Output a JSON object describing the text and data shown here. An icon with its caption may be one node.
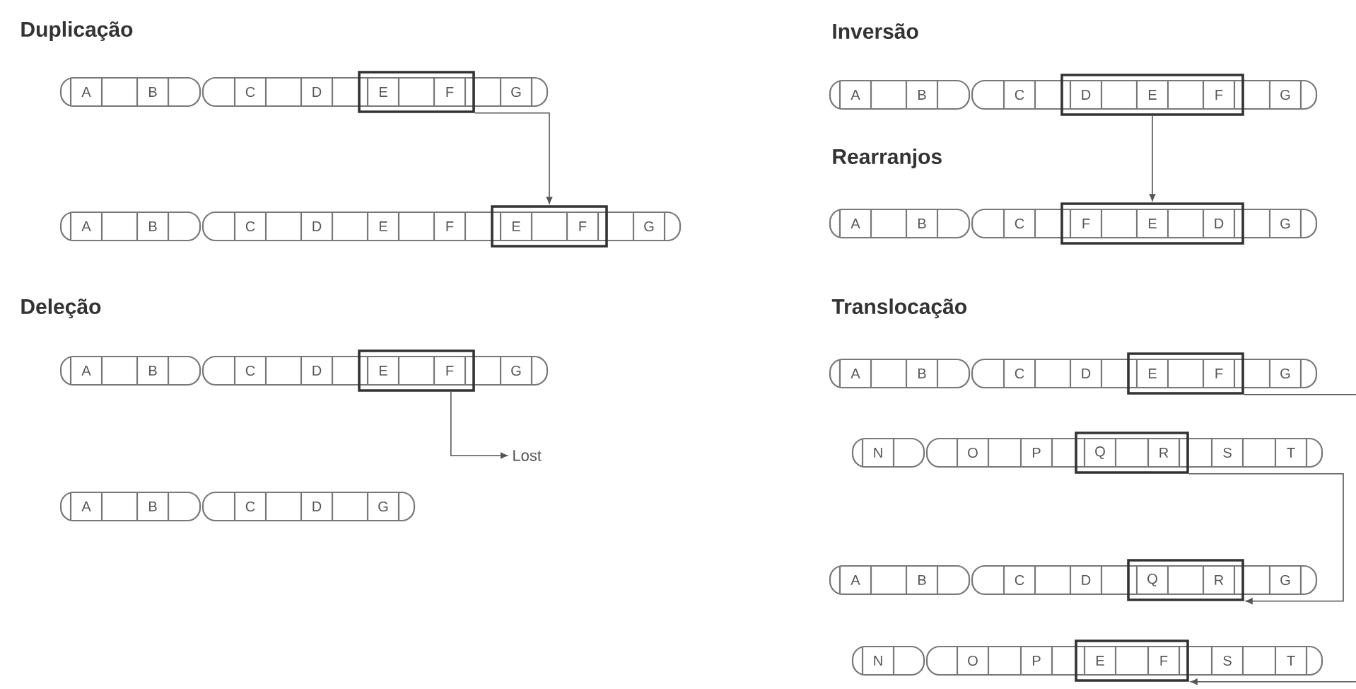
{
  "diagram": {
    "nodes": [
      {
        "text": [
          "A",
          "B",
          "C",
          "D",
          "G"
        ]
      },
      {
        "text": [
          "E",
          "F"
        ],
        "in": 0
      },
      {
        "text": [
          "A",
          "B",
          "C",
          "D",
          "E",
          "F",
          "G"
        ]
      },
      {
        "text": [
          "E",
          "F"
        ],
        "in": 2
      },
      {
        "text": [
          "A",
          "B",
          "C",
          "D",
          "G"
        ]
      },
      {
        "text": [
          "E",
          "F"
        ],
        "in": 4
      },
      {
        "text": [
          "Lost"
        ]
      },
      {
        "text": [
          "A",
          "B",
          "C",
          "D",
          "G"
        ]
      },
      {
        "text": [
          "A",
          "B",
          "C",
          "G"
        ]
      },
      {
        "text": [
          "D",
          "E",
          "F"
        ],
        "in": 8
      },
      {
        "text": [
          "A",
          "B",
          "C",
          "G"
        ]
      },
      {
        "text": [
          "F",
          "E",
          "D"
        ],
        "in": 10
      },
      {
        "text": [
          "A",
          "B",
          "C",
          "D",
          "G"
        ]
      },
      {
        "text": [
          "E",
          "F"
        ],
        "in": 12
      },
      {
        "text": [
          "N",
          "O",
          "P",
          "S",
          "T"
        ]
      },
      {
        "text": [
          "Q",
          "R"
        ],
        "in": 14
      },
      {
        "text": [
          "A",
          "B",
          "C",
          "D",
          "G"
        ]
      },
      {
        "text": [
          "Q",
          "R"
        ],
        "in": 16
      },
      {
        "text": [
          "N",
          "O",
          "P",
          "S",
          "T"
        ]
      },
      {
        "text": [
          "E",
          "F"
        ],
        "in": 18
      }
    ],
    "edges": [
      {
        "from": 1,
        "to": 3,
        "arrow": "to"
      },
      {
        "from": 9,
        "to": 11,
        "arrow": "to"
      },
      {
        "from": 5,
        "to": 6,
        "arrow": "to"
      },
      {
        "from": 13,
        "to": null,
        "arrow": "none"
      },
      {
        "from": 15,
        "to": 17,
        "arrow": "to"
      },
      {
        "from": null,
        "to": 19,
        "arrow": "to"
      }
    ],
    "labels": [
      "Duplicação",
      "Inversão",
      "Rearranjos",
      "Deleção",
      "Translocação"
    ]
  }
}
